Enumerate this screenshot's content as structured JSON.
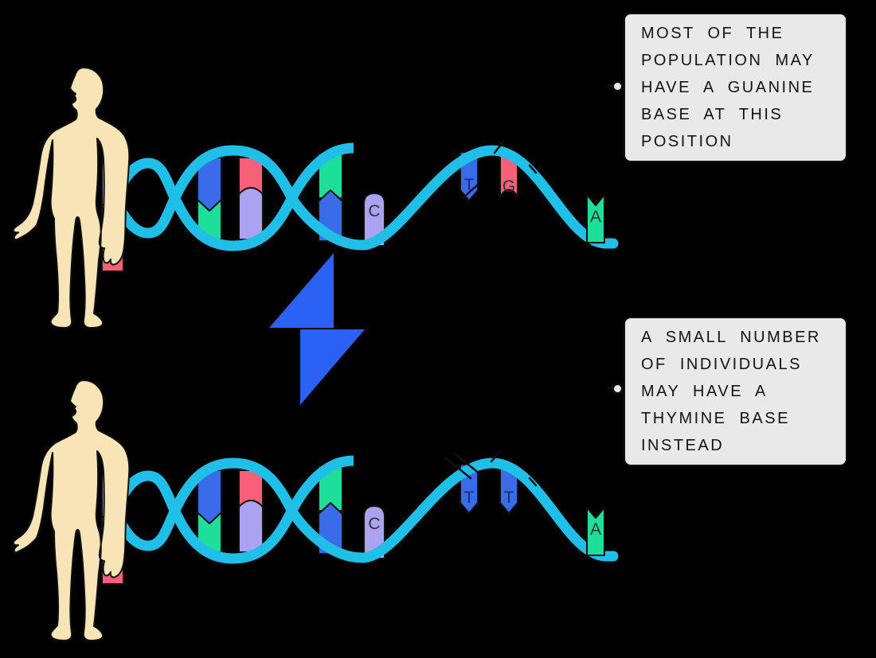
{
  "diagram_subject": "single-nucleotide-polymorphism",
  "colors": {
    "strand_cyan": "#1fbfe8",
    "adenine_green": "#1edf9a",
    "thymine_blue": "#3a6cea",
    "guanine_red": "#f85f78",
    "cytosine_lavender": "#aba2f2",
    "skin": "#f8e5b7",
    "bolt_blue": "#2b62f5",
    "callout_bg": "#e9e9e9",
    "outline_ink": "#111111",
    "letter_navy": "#1b2f6e",
    "letter_dark": "#333333"
  },
  "figures": [
    {
      "id": "top",
      "unpaired_bases": [
        "C",
        "T",
        "G",
        "A"
      ],
      "callout": {
        "text": "MOST OF THE\nPOPULATION MAY\nHAVE A GUANINE\nBASE AT THIS\nPOSITION"
      }
    },
    {
      "id": "bottom",
      "unpaired_bases": [
        "C",
        "T",
        "T",
        "A"
      ],
      "callout": {
        "text": "A SMALL NUMBER\nOF INDIVIDUALS\nMAY HAVE A\nTHYMINE BASE\nINSTEAD"
      }
    }
  ],
  "icons": {
    "center": "lightning-bolt",
    "figure": "human-silhouette",
    "strands": "dna-double-helix"
  }
}
